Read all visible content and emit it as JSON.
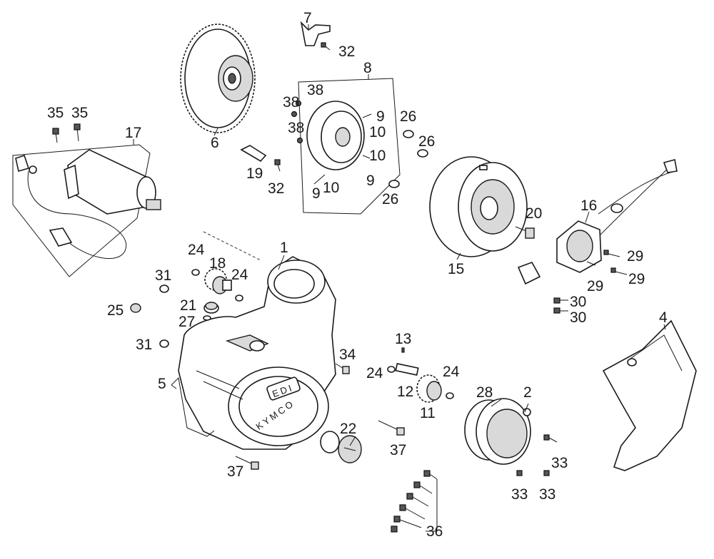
{
  "diagram": {
    "callouts": [
      {
        "id": "c1",
        "text": "1"
      },
      {
        "id": "c2",
        "text": "2"
      },
      {
        "id": "c4",
        "text": "4"
      },
      {
        "id": "c5",
        "text": "5"
      },
      {
        "id": "c6",
        "text": "6"
      },
      {
        "id": "c7",
        "text": "7"
      },
      {
        "id": "c8",
        "text": "8"
      },
      {
        "id": "c9a",
        "text": "9"
      },
      {
        "id": "c9b",
        "text": "9"
      },
      {
        "id": "c9c",
        "text": "9"
      },
      {
        "id": "c10a",
        "text": "10"
      },
      {
        "id": "c10b",
        "text": "10"
      },
      {
        "id": "c10c",
        "text": "10"
      },
      {
        "id": "c11",
        "text": "11"
      },
      {
        "id": "c12",
        "text": "12"
      },
      {
        "id": "c13",
        "text": "13"
      },
      {
        "id": "c15",
        "text": "15"
      },
      {
        "id": "c16",
        "text": "16"
      },
      {
        "id": "c17",
        "text": "17"
      },
      {
        "id": "c18",
        "text": "18"
      },
      {
        "id": "c19",
        "text": "19"
      },
      {
        "id": "c20",
        "text": "20"
      },
      {
        "id": "c21",
        "text": "21"
      },
      {
        "id": "c22",
        "text": "22"
      },
      {
        "id": "c24a",
        "text": "24"
      },
      {
        "id": "c24b",
        "text": "24"
      },
      {
        "id": "c24c",
        "text": "24"
      },
      {
        "id": "c24d",
        "text": "24"
      },
      {
        "id": "c25",
        "text": "25"
      },
      {
        "id": "c26a",
        "text": "26"
      },
      {
        "id": "c26b",
        "text": "26"
      },
      {
        "id": "c26c",
        "text": "26"
      },
      {
        "id": "c27",
        "text": "27"
      },
      {
        "id": "c28",
        "text": "28"
      },
      {
        "id": "c29a",
        "text": "29"
      },
      {
        "id": "c29b",
        "text": "29"
      },
      {
        "id": "c29c",
        "text": "29"
      },
      {
        "id": "c30a",
        "text": "30"
      },
      {
        "id": "c30b",
        "text": "30"
      },
      {
        "id": "c31a",
        "text": "31"
      },
      {
        "id": "c31b",
        "text": "31"
      },
      {
        "id": "c32a",
        "text": "32"
      },
      {
        "id": "c32b",
        "text": "32"
      },
      {
        "id": "c33a",
        "text": "33"
      },
      {
        "id": "c33b",
        "text": "33"
      },
      {
        "id": "c33c",
        "text": "33"
      },
      {
        "id": "c34",
        "text": "34"
      },
      {
        "id": "c35a",
        "text": "35"
      },
      {
        "id": "c35b",
        "text": "35"
      },
      {
        "id": "c36",
        "text": "36"
      },
      {
        "id": "c37a",
        "text": "37"
      },
      {
        "id": "c37b",
        "text": "37"
      },
      {
        "id": "c38a",
        "text": "38"
      },
      {
        "id": "c38b",
        "text": "38"
      },
      {
        "id": "c38c",
        "text": "38"
      }
    ],
    "cover_marks": {
      "emblem": "EDI",
      "brand": "KYMCO"
    },
    "icons": {
      "starter_motor": "starter-motor-icon",
      "sprocket": "sprocket-icon",
      "brake_plate": "brake-plate-icon",
      "flywheel": "flywheel-rotor-icon",
      "stator": "stator-coil-icon",
      "crankcase_cover": "crankcase-cover-icon",
      "sprocket_cover": "sprocket-cover-icon",
      "pulse_cover": "pulse-generator-cover-icon"
    }
  }
}
